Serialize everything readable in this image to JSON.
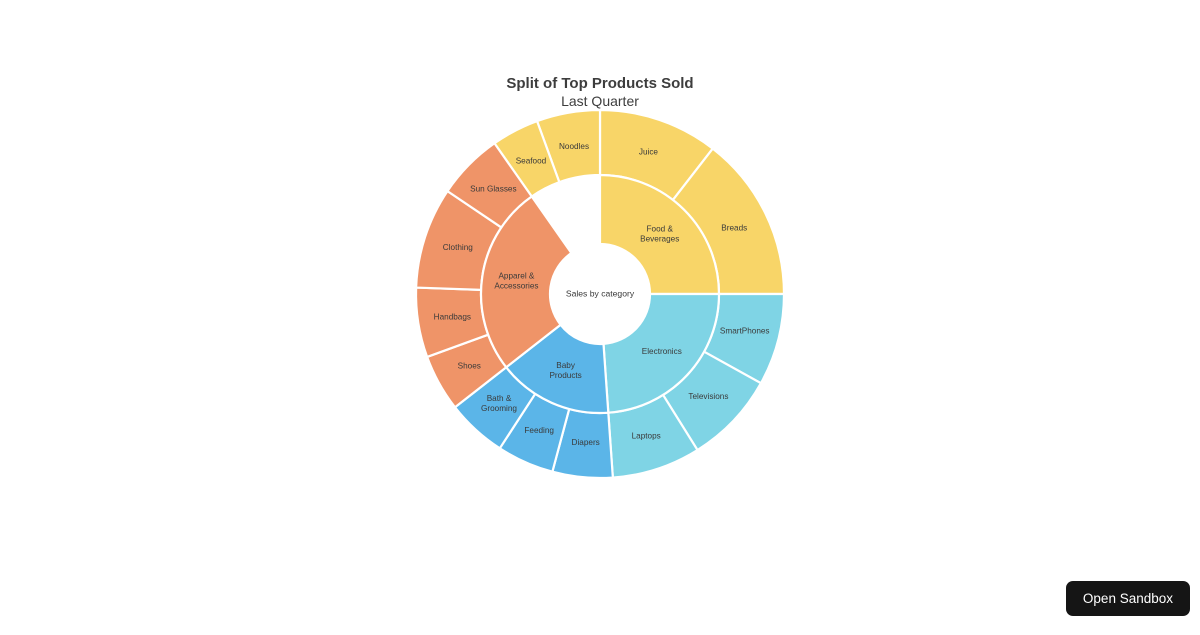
{
  "page": {
    "background": "#ffffff"
  },
  "sandbox": {
    "label": "Open Sandbox"
  },
  "chart_data": {
    "type": "pie",
    "variant": "sunburst",
    "title": "Split of Top Products Sold",
    "subtitle": "Last Quarter",
    "center_label": "Sales by category",
    "xlabel": "",
    "ylabel": "",
    "legend": "none",
    "grid": false,
    "geometry": {
      "cx": 600,
      "cy": 294,
      "inner_radius": 50,
      "ring1_outer_radius": 119,
      "ring2_outer_radius": 184,
      "start_angle_deg": 0,
      "direction": "clockwise"
    },
    "colors": {
      "food_beverages": "#F8D568",
      "electronics": "#7FD4E5",
      "baby_products": "#5BB5E8",
      "apparel_accessories": "#EF9468",
      "separator": "#ffffff",
      "text": "#3a3a3a",
      "title": "#3d3d3d"
    },
    "categories": [
      "Food & Beverages",
      "Electronics",
      "Baby Products",
      "Apparel & Accessories"
    ],
    "values": [
      25,
      24,
      15.5,
      35.5
    ],
    "series": [
      {
        "name": "Categories",
        "level": 1,
        "values": [
          25,
          24,
          15.5,
          35.5
        ]
      },
      {
        "name": "Products",
        "level": 2,
        "values": [
          4.5,
          5.5,
          10.5,
          4.5,
          8,
          8,
          8,
          5,
          5,
          5.5,
          8,
          12,
          8.5,
          7
        ]
      }
    ],
    "nodes": [
      {
        "id": "food_beverages",
        "label": "Food & Beverages",
        "color": "#F8D568",
        "value": 25,
        "start_deg": 0,
        "end_deg": 90,
        "children": [
          {
            "id": "juice",
            "label": "Juice",
            "value": 10.5,
            "start_deg": 0,
            "end_deg": 37.8
          },
          {
            "id": "breads",
            "label": "Breads",
            "value": 4.5,
            "start_deg": 37.8,
            "end_deg": 90
          },
          {
            "id": "noodles",
            "label": "Noodles",
            "value": 5.5,
            "start_deg": 340,
            "end_deg": 360
          },
          {
            "id": "seafood",
            "label": "Seafood",
            "value": 4.5,
            "start_deg": 325,
            "end_deg": 340
          }
        ]
      },
      {
        "id": "electronics",
        "label": "Electronics",
        "color": "#7FD4E5",
        "value": 24,
        "start_deg": 90,
        "end_deg": 176,
        "children": [
          {
            "id": "smartphones",
            "label": "SmartPhones",
            "value": 8,
            "start_deg": 90,
            "end_deg": 119
          },
          {
            "id": "televisions",
            "label": "Televisions",
            "value": 8,
            "start_deg": 119,
            "end_deg": 148
          },
          {
            "id": "laptops",
            "label": "Laptops",
            "value": 8,
            "start_deg": 148,
            "end_deg": 176
          }
        ]
      },
      {
        "id": "baby_products",
        "label": "Baby Products",
        "color": "#5BB5E8",
        "value": 15.5,
        "start_deg": 176,
        "end_deg": 232,
        "children": [
          {
            "id": "diapers",
            "label": "Diapers",
            "value": 5.5,
            "start_deg": 176,
            "end_deg": 195
          },
          {
            "id": "feeding",
            "label": "Feeding",
            "value": 5,
            "start_deg": 195,
            "end_deg": 213
          },
          {
            "id": "bath_grooming",
            "label": "Bath & Grooming",
            "value": 5,
            "start_deg": 213,
            "end_deg": 232
          }
        ]
      },
      {
        "id": "apparel_accessories",
        "label": "Apparel & Accessories",
        "color": "#EF9468",
        "value": 35.5,
        "start_deg": 232,
        "end_deg": 325,
        "children": [
          {
            "id": "shoes",
            "label": "Shoes",
            "value": 7,
            "start_deg": 232,
            "end_deg": 250
          },
          {
            "id": "handbags",
            "label": "Handbags",
            "value": 8.5,
            "start_deg": 250,
            "end_deg": 272
          },
          {
            "id": "clothing",
            "label": "Clothing",
            "value": 12,
            "start_deg": 272,
            "end_deg": 304
          },
          {
            "id": "sun_glasses",
            "label": "Sun Glasses",
            "value": 8,
            "start_deg": 304,
            "end_deg": 325
          }
        ]
      }
    ]
  }
}
